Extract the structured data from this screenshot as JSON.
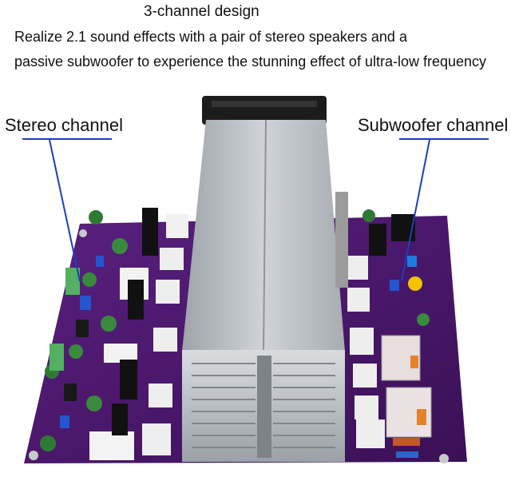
{
  "header": {
    "title": "3-channel design",
    "line1": "Realize 2.1 sound effects with a pair of stereo speakers and a",
    "line2": "passive subwoofer to experience the stunning effect of ultra-low frequency"
  },
  "callouts": {
    "stereo": "Stereo channel",
    "subwoofer": "Subwoofer channel"
  },
  "colors": {
    "pcb": "#4a1868",
    "heatsink": "#b9bec3",
    "fan": "#1c1c1c",
    "callout_line": "#1f3fb8"
  }
}
